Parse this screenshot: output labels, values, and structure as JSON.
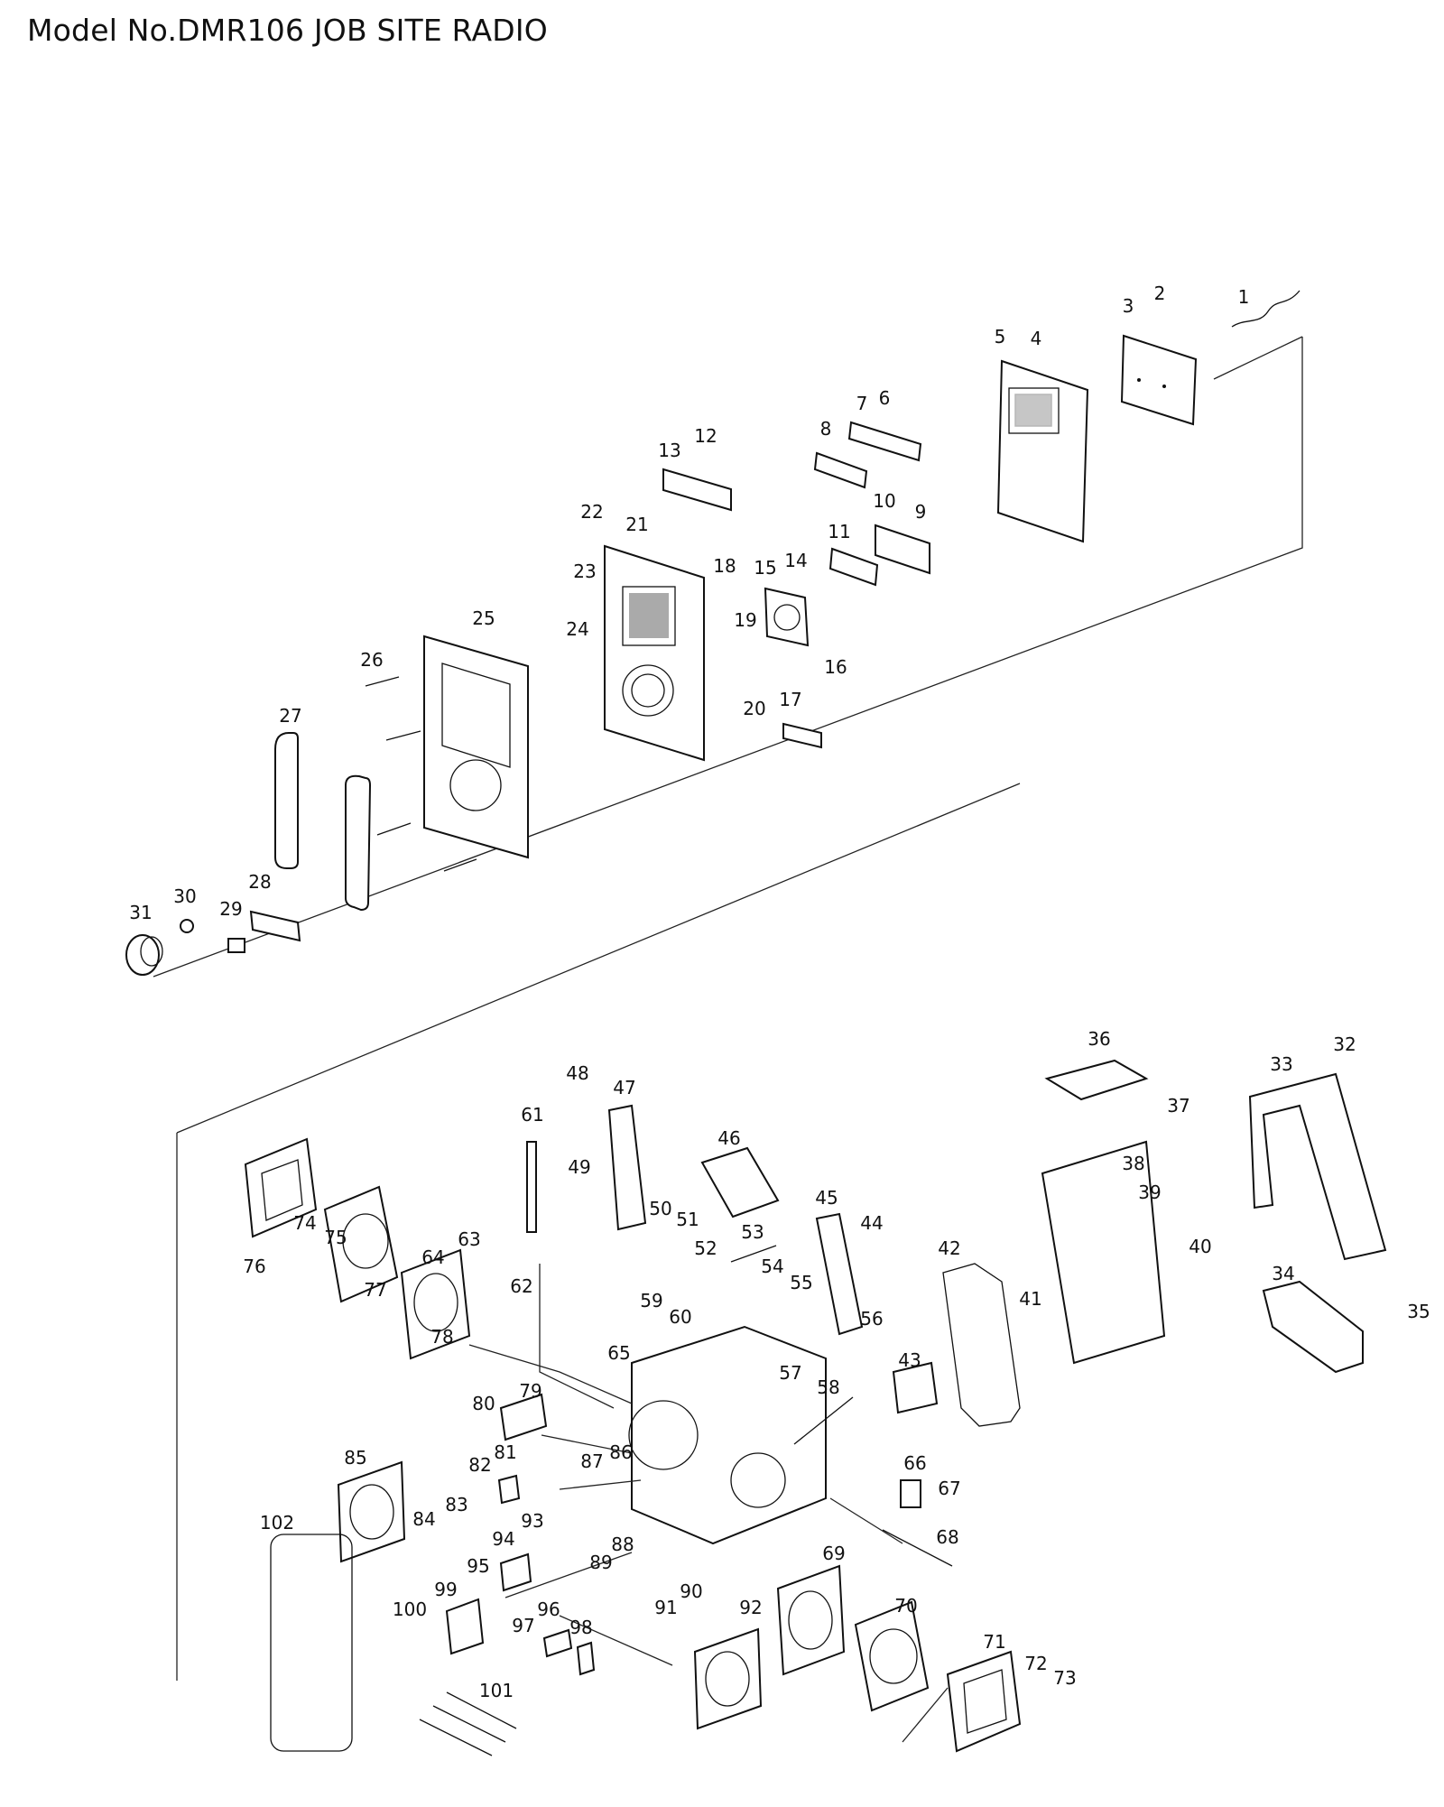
{
  "title": "Model No.DMR106 JOB SITE RADIO",
  "part_numbers": [
    "1",
    "2",
    "3",
    "4",
    "5",
    "6",
    "7",
    "8",
    "9",
    "10",
    "11",
    "12",
    "13",
    "14",
    "15",
    "16",
    "17",
    "18",
    "19",
    "20",
    "21",
    "22",
    "23",
    "24",
    "25",
    "26",
    "27",
    "28",
    "29",
    "30",
    "31",
    "32",
    "33",
    "34",
    "35",
    "36",
    "37",
    "38",
    "39",
    "40",
    "41",
    "42",
    "43",
    "44",
    "45",
    "46",
    "47",
    "48",
    "49",
    "50",
    "51",
    "52",
    "53",
    "54",
    "55",
    "56",
    "57",
    "58",
    "59",
    "60",
    "61",
    "62",
    "63",
    "64",
    "65",
    "66",
    "67",
    "68",
    "69",
    "70",
    "71",
    "72",
    "73",
    "74",
    "75",
    "76",
    "77",
    "78",
    "79",
    "80",
    "81",
    "82",
    "83",
    "84",
    "85",
    "86",
    "87",
    "88",
    "89",
    "90",
    "91",
    "92",
    "93",
    "94",
    "95",
    "96",
    "97",
    "98",
    "99",
    "100",
    "101",
    "102"
  ]
}
